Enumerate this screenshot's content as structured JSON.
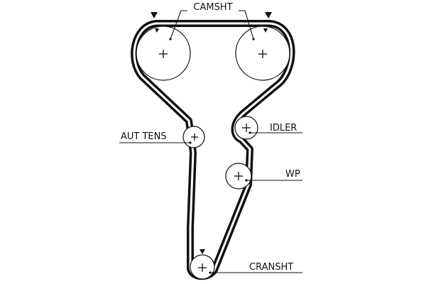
{
  "labels": {
    "camshaft": "CAMSHT",
    "auto_tensioner": "AUT TENS",
    "idler": "IDLER",
    "water_pump": "WP",
    "crankshaft": "CRANSHT"
  },
  "colors": {
    "belt": "#111111",
    "line": "#111111",
    "background": "#ffffff"
  },
  "markers": {
    "timing_mark_icon": "triangle-down",
    "center_icon": "plus-cross"
  }
}
